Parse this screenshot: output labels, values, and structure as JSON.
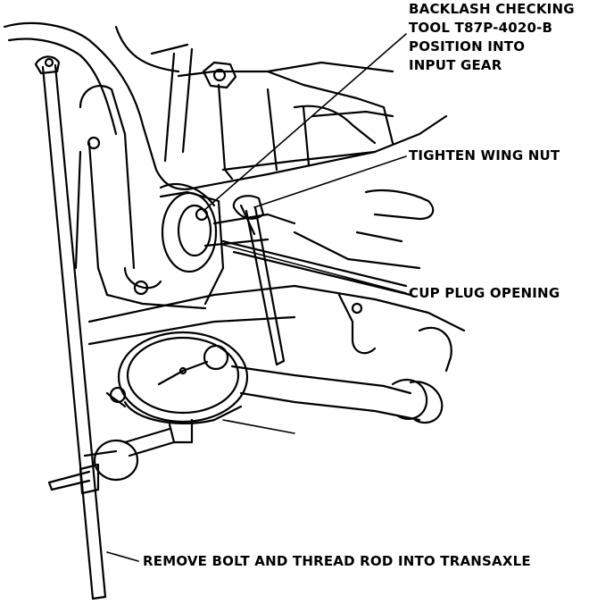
{
  "callouts": {
    "backlash_tool": {
      "lines": [
        "BACKLASH CHECKING",
        "TOOL T87P-4020-B",
        "POSITION INTO",
        "INPUT GEAR"
      ]
    },
    "wing_nut": {
      "text": "TIGHTEN WING NUT"
    },
    "cup_plug": {
      "text": "CUP PLUG OPENING"
    },
    "remove_bolt": {
      "text": "REMOVE BOLT AND THREAD ROD INTO TRANSAXLE"
    }
  },
  "colors": {
    "ink": "#000000",
    "paper": "#ffffff"
  }
}
